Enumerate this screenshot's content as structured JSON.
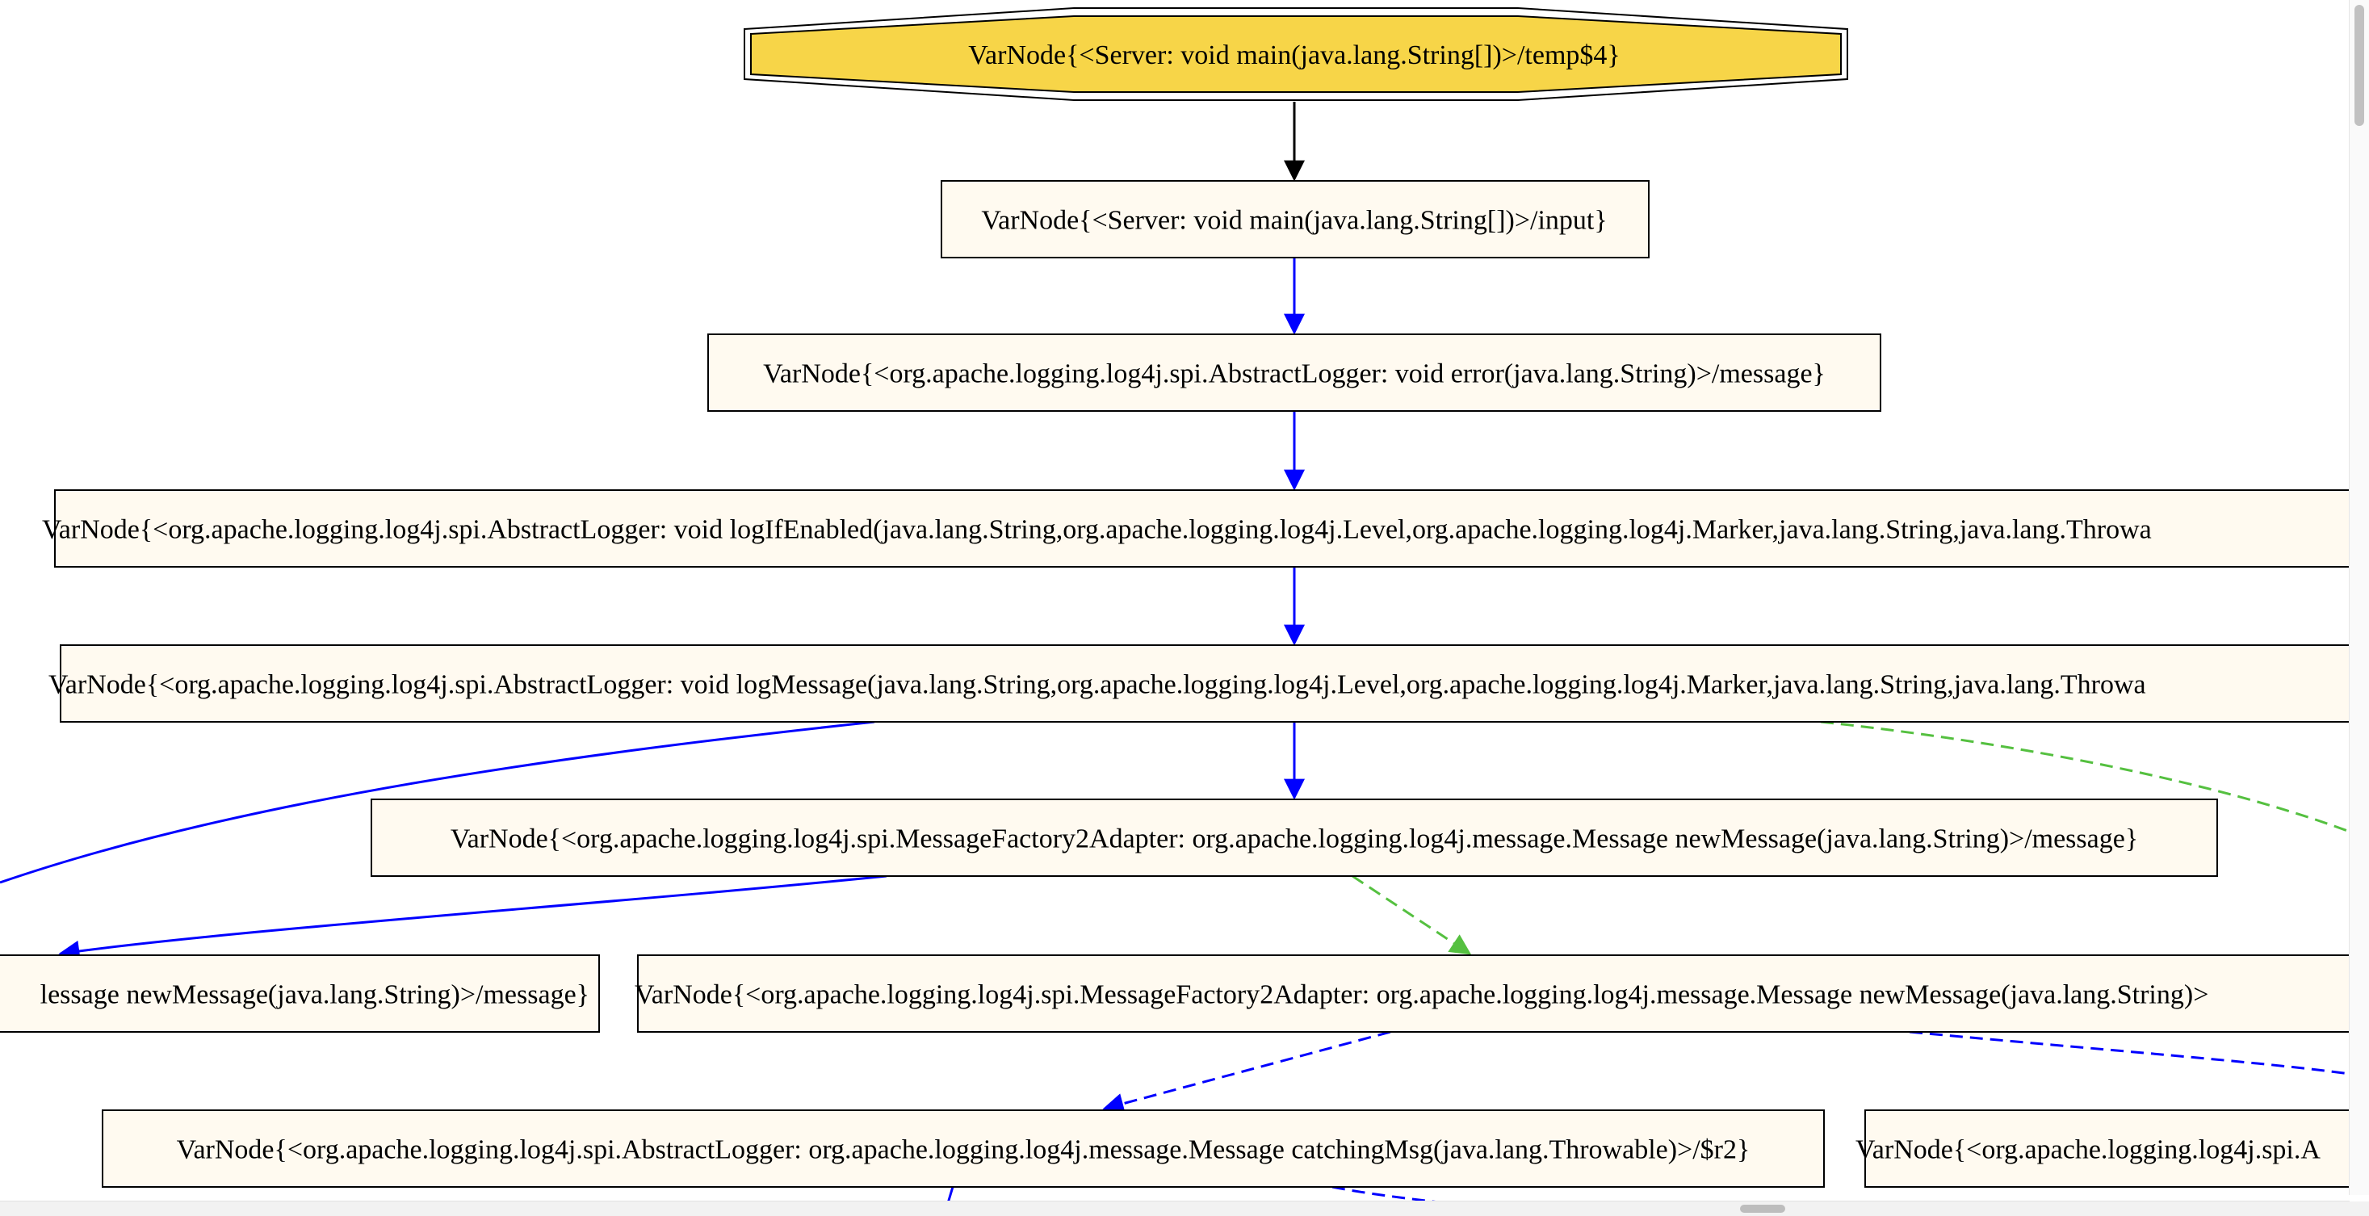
{
  "graph": {
    "nodes": [
      {
        "id": "temp4",
        "label": "VarNode{<Server: void main(java.lang.String[])>/temp$4}",
        "fill": "#f7d548",
        "shape": "octagon"
      },
      {
        "id": "input",
        "label": "VarNode{<Server: void main(java.lang.String[])>/input}",
        "fill": "#fffaf0",
        "shape": "box"
      },
      {
        "id": "error_message",
        "label": "VarNode{<org.apache.logging.log4j.spi.AbstractLogger: void error(java.lang.String)>/message}",
        "fill": "#fffaf0",
        "shape": "box"
      },
      {
        "id": "logIfEnabled",
        "label": "VarNode{<org.apache.logging.log4j.spi.AbstractLogger: void logIfEnabled(java.lang.String,org.apache.logging.log4j.Level,org.apache.logging.log4j.Marker,java.lang.String,java.lang.Throwa",
        "fill": "#fffaf0",
        "shape": "box"
      },
      {
        "id": "logMessage",
        "label": "VarNode{<org.apache.logging.log4j.spi.AbstractLogger: void logMessage(java.lang.String,org.apache.logging.log4j.Level,org.apache.logging.log4j.Marker,java.lang.String,java.lang.Throwa",
        "fill": "#fffaf0",
        "shape": "box"
      },
      {
        "id": "factory2_message",
        "label": "VarNode{<org.apache.logging.log4j.spi.MessageFactory2Adapter: org.apache.logging.log4j.message.Message newMessage(java.lang.String)>/message}",
        "fill": "#fffaf0",
        "shape": "box"
      },
      {
        "id": "left_message",
        "label": "lessage newMessage(java.lang.String)>/message}",
        "fill": "#fffaf0",
        "shape": "box"
      },
      {
        "id": "factory2_message_right",
        "label": "VarNode{<org.apache.logging.log4j.spi.MessageFactory2Adapter: org.apache.logging.log4j.message.Message newMessage(java.lang.String)>",
        "fill": "#fffaf0",
        "shape": "box"
      },
      {
        "id": "catchingMsg_r2",
        "label": "VarNode{<org.apache.logging.log4j.spi.AbstractLogger: org.apache.logging.log4j.message.Message catchingMsg(java.lang.Throwable)>/$r2}",
        "fill": "#fffaf0",
        "shape": "box"
      },
      {
        "id": "partial_right",
        "label": "VarNode{<org.apache.logging.log4j.spi.A",
        "fill": "#fffaf0",
        "shape": "box"
      }
    ],
    "edges": [
      {
        "from": "temp4",
        "to": "input",
        "color": "#000000",
        "style": "solid"
      },
      {
        "from": "input",
        "to": "error_message",
        "color": "#0000ff",
        "style": "solid"
      },
      {
        "from": "error_message",
        "to": "logIfEnabled",
        "color": "#0000ff",
        "style": "solid"
      },
      {
        "from": "logIfEnabled",
        "to": "logMessage",
        "color": "#0000ff",
        "style": "solid"
      },
      {
        "from": "logMessage",
        "to": "factory2_message",
        "color": "#0000ff",
        "style": "solid"
      },
      {
        "from": "logMessage",
        "to": "offscreen-left",
        "color": "#0000ff",
        "style": "solid"
      },
      {
        "from": "logMessage",
        "to": "offscreen-right",
        "color": "#55c040",
        "style": "dashed"
      },
      {
        "from": "factory2_message",
        "to": "left_message",
        "color": "#0000ff",
        "style": "solid"
      },
      {
        "from": "factory2_message",
        "to": "factory2_message_right",
        "color": "#55c040",
        "style": "dashed"
      },
      {
        "from": "factory2_message_right",
        "to": "catchingMsg_r2",
        "color": "#0000ff",
        "style": "dashed"
      },
      {
        "from": "factory2_message_right",
        "to": "offscreen-right",
        "color": "#0000ff",
        "style": "dashed"
      },
      {
        "from": "catchingMsg_r2",
        "to": "offscreen-below",
        "color": "#0000ff",
        "style": "solid"
      },
      {
        "from": "catchingMsg_r2",
        "to": "offscreen-below-right",
        "color": "#0000ff",
        "style": "dashed"
      }
    ]
  }
}
